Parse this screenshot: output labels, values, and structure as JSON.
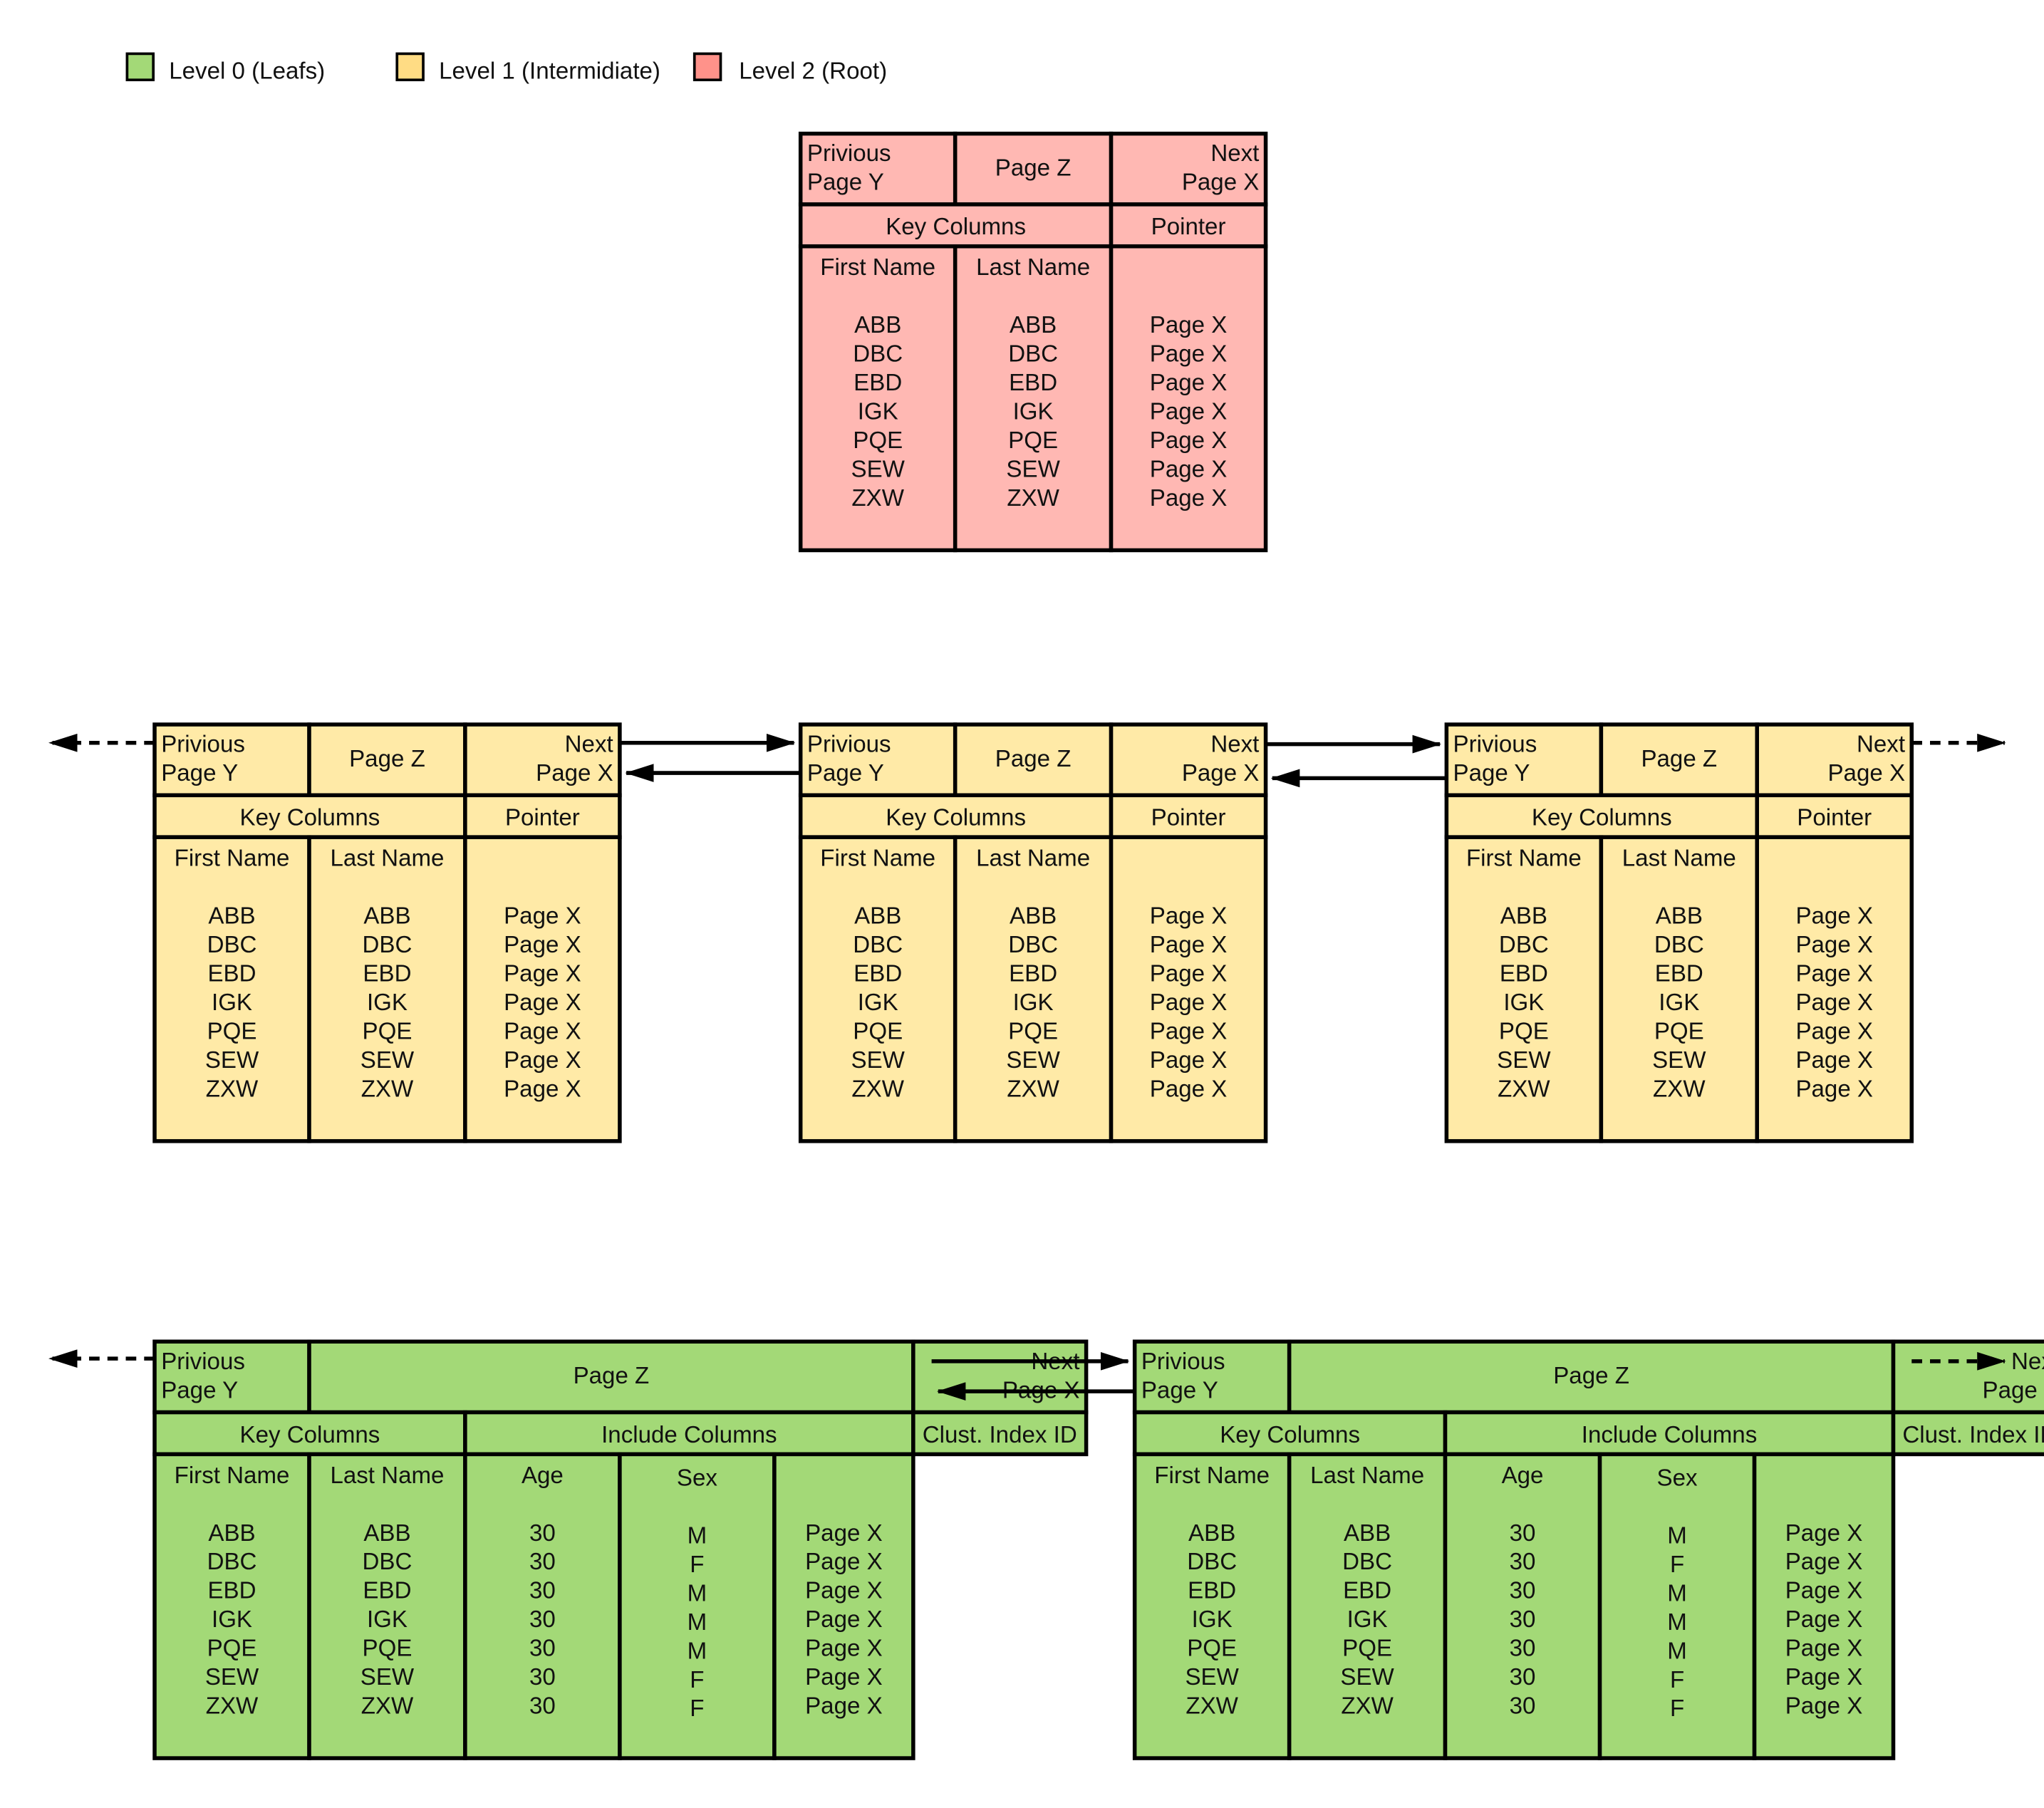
{
  "colors": {
    "leaf": "#a3d977",
    "intermediate": "#ffeaa7",
    "root": "#ffb8b3",
    "legend_leaf": "#a3d977",
    "legend_intermediate": "#ffdc84",
    "legend_root": "#ff928a",
    "line": "#000000"
  },
  "legend": [
    {
      "key": "leaf",
      "label": "Level 0 (Leafs)",
      "color": "#a3d977"
    },
    {
      "key": "intermediate",
      "label": "Level 1 (Intermidiate)",
      "color": "#ffdc84"
    },
    {
      "key": "root",
      "label": "Level 2 (Root)",
      "color": "#ff928a"
    }
  ],
  "nonleaf_page": {
    "previous": [
      "Privious",
      "Page Y"
    ],
    "page": "Page Z",
    "next": [
      "Next",
      "Page X"
    ],
    "key_columns": "Key Columns",
    "pointer": "Pointer",
    "col_headers": [
      "First Name",
      "Last Name"
    ],
    "rows": [
      [
        "ABB",
        "ABB",
        "Page X"
      ],
      [
        "DBC",
        "DBC",
        "Page X"
      ],
      [
        "EBD",
        "EBD",
        "Page X"
      ],
      [
        "IGK",
        "IGK",
        "Page X"
      ],
      [
        "PQE",
        "PQE",
        "Page X"
      ],
      [
        "SEW",
        "SEW",
        "Page X"
      ],
      [
        "ZXW",
        "ZXW",
        "Page X"
      ]
    ]
  },
  "leaf_page": {
    "previous": [
      "Privious",
      "Page Y"
    ],
    "page": "Page Z",
    "next": [
      "Next",
      "Page X"
    ],
    "key_columns": "Key Columns",
    "include_columns": "Include Columns",
    "clust_index": "Clust. Index ID",
    "col_headers": [
      "First Name",
      "Last Name",
      "Age",
      "Sex"
    ],
    "rows": [
      [
        "ABB",
        "ABB",
        "30",
        "M",
        "Page X"
      ],
      [
        "DBC",
        "DBC",
        "30",
        "F",
        "Page X"
      ],
      [
        "EBD",
        "EBD",
        "30",
        "M",
        "Page X"
      ],
      [
        "IGK",
        "IGK",
        "30",
        "M",
        "Page X"
      ],
      [
        "PQE",
        "PQE",
        "30",
        "M",
        "Page X"
      ],
      [
        "SEW",
        "SEW",
        "30",
        "F",
        "Page X"
      ],
      [
        "ZXW",
        "ZXW",
        "30",
        "F",
        "Page X"
      ]
    ]
  }
}
